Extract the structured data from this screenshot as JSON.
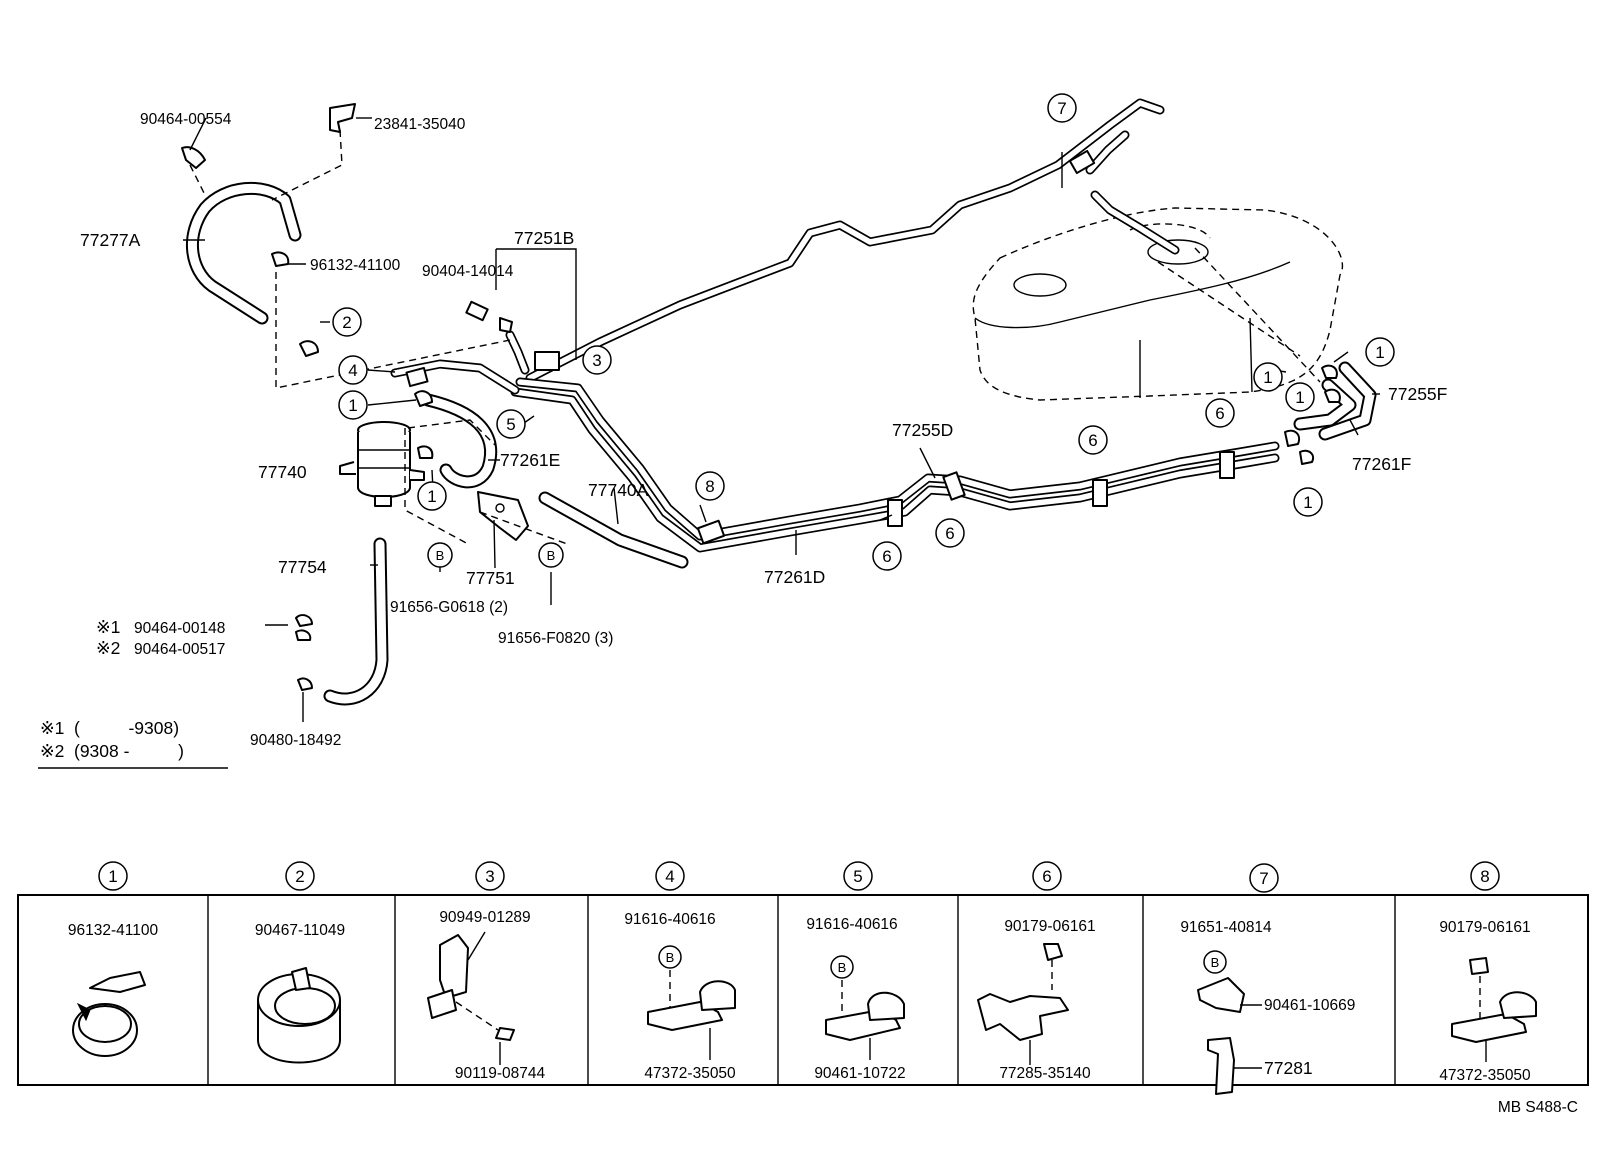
{
  "diagram": {
    "labels": {
      "p_90464_00554": "90464-00554",
      "p_23841_35040": "23841-35040",
      "p_77277A": "77277A",
      "p_96132_41100": "96132-41100",
      "p_77251B": "77251B",
      "p_90404_14014": "90404-14014",
      "p_77740": "77740",
      "p_77261E": "77261E",
      "p_77740A": "77740A",
      "p_77751": "77751",
      "p_77754": "77754",
      "p_91656_G0618": "91656-G0618 (2)",
      "p_91656_F0820": "91656-F0820 (3)",
      "p_90464_00148": "90464-00148",
      "p_90464_00517": "90464-00517",
      "p_90480_18492": "90480-18492",
      "p_77255D": "77255D",
      "p_77261D": "77261D",
      "p_77255F": "77255F",
      "p_77261F": "77261F"
    },
    "callouts": {
      "c1": "1",
      "c2": "2",
      "c3": "3",
      "c4": "4",
      "c5": "5",
      "c6": "6",
      "c7": "7",
      "c8": "8",
      "cB": "B"
    },
    "notes": {
      "mark1": "※1",
      "mark2": "※2",
      "note1": "(          -9308)",
      "note2": "(9308 -          )"
    },
    "detail_table": {
      "cells": [
        {
          "num": "1",
          "top": "96132-41100",
          "bottom": ""
        },
        {
          "num": "2",
          "top": "90467-11049",
          "bottom": ""
        },
        {
          "num": "3",
          "top": "90949-01289",
          "bottom": "90119-08744"
        },
        {
          "num": "4",
          "top": "91616-40616",
          "bottom": "47372-35050"
        },
        {
          "num": "5",
          "top": "91616-40616",
          "bottom": "90461-10722"
        },
        {
          "num": "6",
          "top": "90179-06161",
          "bottom": "77285-35140"
        },
        {
          "num": "7",
          "top": "91651-40814",
          "bottom": "",
          "right1": "90461-10669",
          "right2": "77281"
        },
        {
          "num": "8",
          "top": "90179-06161",
          "bottom": "47372-35050"
        }
      ]
    },
    "figure_code": "MB S488-C"
  }
}
